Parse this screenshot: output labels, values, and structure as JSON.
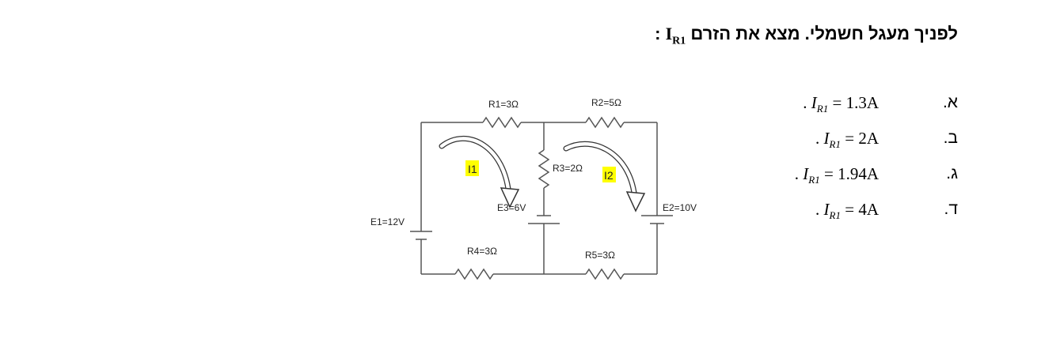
{
  "question": {
    "text": "לפניך מעגל חשמלי. מצא את הזרם",
    "symbol": "I",
    "symbol_sub": "R1",
    "suffix": " :"
  },
  "circuit": {
    "labels": {
      "r1": "R1=3Ω",
      "r2": "R2=5Ω",
      "r3": "R3=2Ω",
      "r4": "R4=3Ω",
      "r5": "R5=3Ω",
      "e1": "E1=12V",
      "e2": "E2=10V",
      "e3": "E3=6V",
      "i1": "I1",
      "i2": "I2"
    },
    "colors": {
      "highlight": "#ffff00",
      "wire": "#555555"
    }
  },
  "answers": [
    {
      "letter": "א.",
      "value": "1.3A"
    },
    {
      "letter": "ב.",
      "value": "2A"
    },
    {
      "letter": "ג.",
      "value": "1.94A"
    },
    {
      "letter": "ד.",
      "value": "4A"
    }
  ],
  "answer_format": {
    "prefix": ". ",
    "symbol": "I",
    "sub": "R1",
    "eq": " = "
  }
}
